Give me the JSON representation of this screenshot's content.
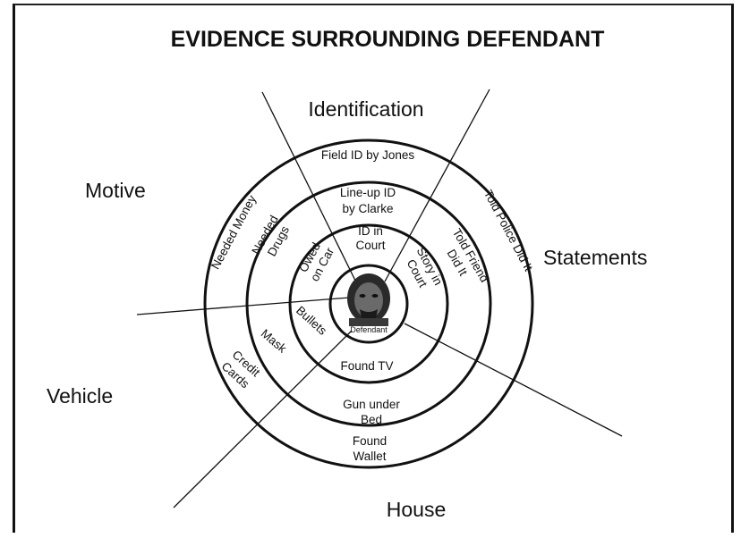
{
  "title": "EVIDENCE SURROUNDING DEFENDANT",
  "categories": {
    "identification": "Identification",
    "motive": "Motive",
    "statements": "Statements",
    "vehicle": "Vehicle",
    "house": "House"
  },
  "center_label": "Defendant",
  "evidence": {
    "field_id": "Field ID by Jones",
    "lineup_1": "Line-up ID",
    "lineup_2": "by Clarke",
    "id_court_1": "ID in",
    "id_court_2": "Court",
    "told_police": "Told Police Did It",
    "told_friend_1": "Told Friend",
    "told_friend_2": "Did It",
    "story_1": "Story in",
    "story_2": "Court",
    "needed_money": "Needed Money",
    "needed_drugs_1": "Needed",
    "needed_drugs_2": "Drugs",
    "owed_1": "Owed",
    "owed_2": "on Car",
    "bullets": "Bullets",
    "mask": "Mask",
    "credit_1": "Credit",
    "credit_2": "Cards",
    "found_tv": "Found TV",
    "gun_1": "Gun under",
    "gun_2": "Bed",
    "wallet_1": "Found",
    "wallet_2": "Wallet"
  }
}
